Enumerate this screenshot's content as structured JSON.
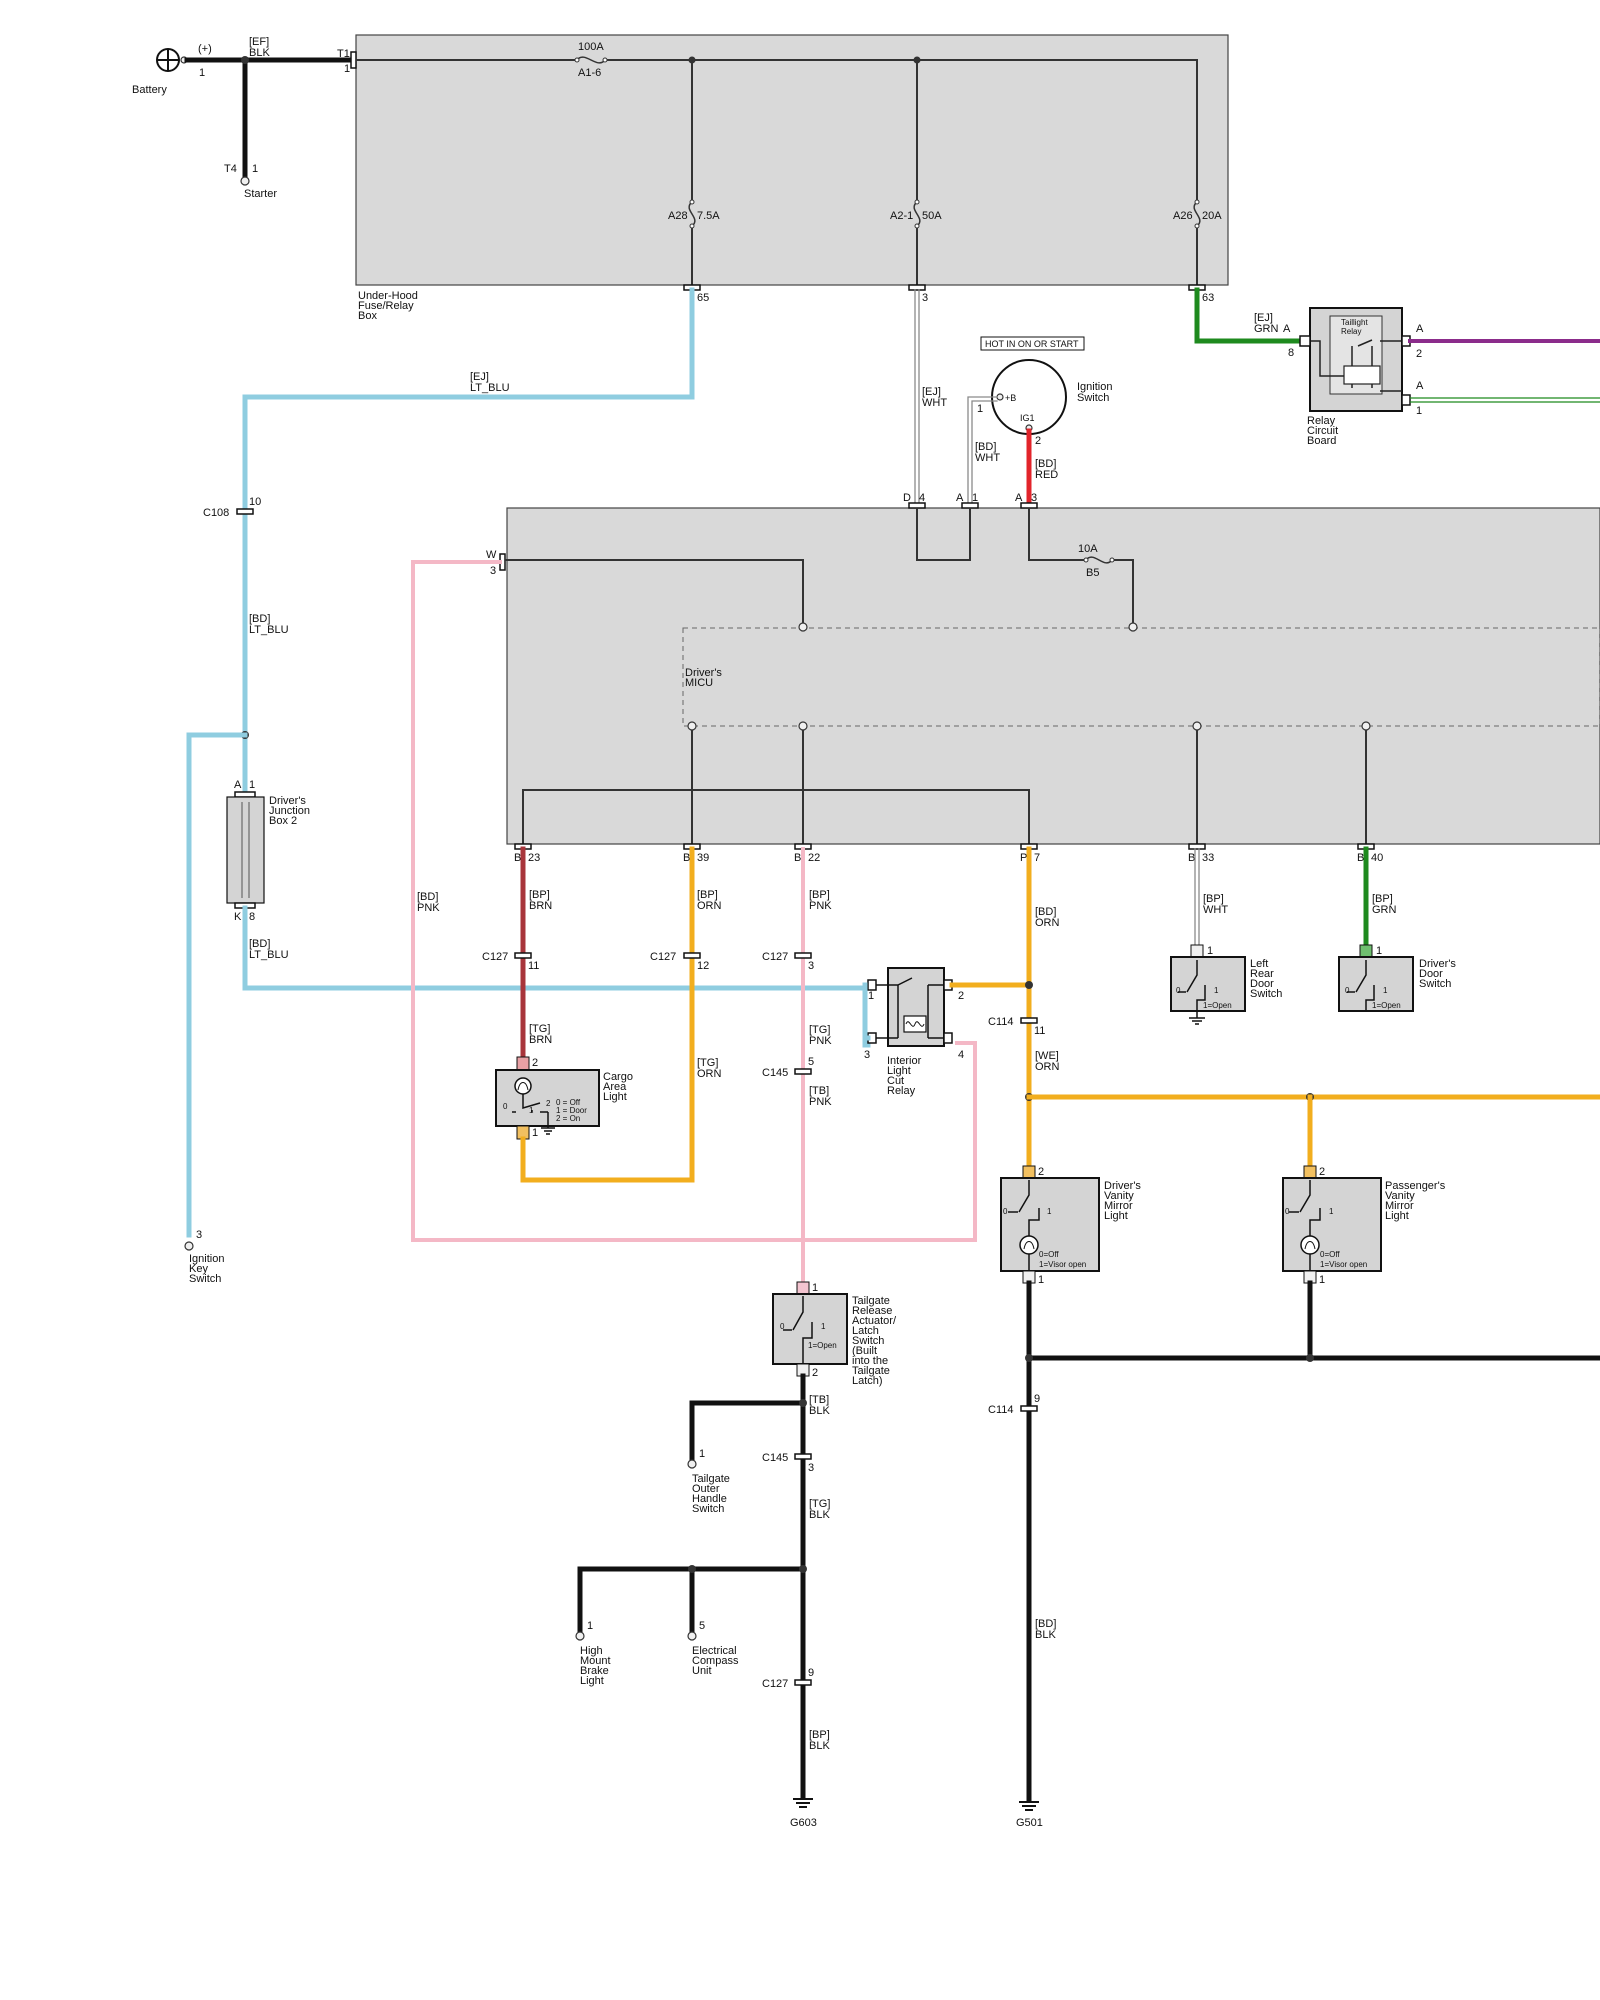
{
  "battery": {
    "label": "Battery",
    "pos": "(+)",
    "pin": "1",
    "wire": "[EF]",
    "color": "BLK",
    "term": "T1",
    "term_pin": "1"
  },
  "starter": {
    "label": "Starter",
    "conn": "T4",
    "pin": "1"
  },
  "underhood": {
    "label": [
      "Under-Hood",
      "Fuse/Relay",
      "Box"
    ],
    "fuse_main": {
      "rating": "100A",
      "id": "A1-6"
    },
    "fuse_a28": {
      "id": "A28",
      "rating": "7.5A",
      "pin": "65"
    },
    "fuse_a21": {
      "id": "A2-1",
      "rating": "50A",
      "pin": "3"
    },
    "fuse_a26": {
      "id": "A26",
      "rating": "20A",
      "pin": "63"
    }
  },
  "wire_ej_ltblu": {
    "code": "[EJ]",
    "color": "LT_BLU"
  },
  "wire_ej_wht": {
    "code": "[EJ]",
    "color": "WHT"
  },
  "wire_bd_wht": {
    "code": "[BD]",
    "color": "WHT"
  },
  "wire_bd_red": {
    "code": "[BD]",
    "color": "RED"
  },
  "wire_ej_grn": {
    "code": "[EJ]",
    "color": "GRN",
    "pin_a": "A",
    "pin_8": "8"
  },
  "ignition": {
    "badge": "HOT IN ON OR START",
    "label": [
      "Ignition",
      "Switch"
    ],
    "pin_b": "+B",
    "pin_ig1": "IG1",
    "pin1": "1",
    "pin2": "2"
  },
  "relay_board": {
    "title": [
      "Taillight",
      "Relay"
    ],
    "label": [
      "Relay",
      "Circuit",
      "Board"
    ],
    "pin_a1": "A",
    "pin_2": "2",
    "pin_a2": "A",
    "pin_1": "1"
  },
  "c108": {
    "label": "C108",
    "pin": "10"
  },
  "wire_bd_ltblu1": {
    "code": "[BD]",
    "color": "LT_BLU"
  },
  "jbox": {
    "label": [
      "Driver's",
      "Junction",
      "Box 2"
    ],
    "top_a": "A",
    "top_pin": "1",
    "bot_k": "K",
    "bot_pin": "8"
  },
  "wire_bd_ltblu2": {
    "code": "[BD]",
    "color": "LT_BLU"
  },
  "ignition_key": {
    "pin": "3",
    "label": [
      "Ignition",
      "Key",
      "Switch"
    ]
  },
  "micu": {
    "label": [
      "Driver's",
      "MICU"
    ],
    "top_d": "D",
    "top_d_pin": "4",
    "top_a1": "A",
    "top_a1_pin": "1",
    "top_a3": "A",
    "top_a3_pin": "3",
    "w_conn": "W",
    "w_pin": "3",
    "fuse": {
      "rating": "10A",
      "id": "B5"
    },
    "b23": {
      "conn": "B",
      "pin": "23"
    },
    "b39": {
      "conn": "B",
      "pin": "39"
    },
    "b22": {
      "conn": "B",
      "pin": "22"
    },
    "p7": {
      "conn": "P",
      "pin": "7"
    },
    "b33": {
      "conn": "B",
      "pin": "33"
    },
    "b40": {
      "conn": "B",
      "pin": "40"
    }
  },
  "wire_bd_pnk": {
    "code": "[BD]",
    "color": "PNK"
  },
  "wire_bp_brn": {
    "code": "[BP]",
    "color": "BRN"
  },
  "wire_bp_orn": {
    "code": "[BP]",
    "color": "ORN"
  },
  "wire_bp_pnk": {
    "code": "[BP]",
    "color": "PNK"
  },
  "wire_bd_orn": {
    "code": "[BD]",
    "color": "ORN"
  },
  "wire_bp_wht": {
    "code": "[BP]",
    "color": "WHT"
  },
  "wire_bp_grn": {
    "code": "[BP]",
    "color": "GRN"
  },
  "c127a": {
    "label": "C127",
    "pin": "11"
  },
  "c127b": {
    "label": "C127",
    "pin": "12"
  },
  "c127c": {
    "label": "C127",
    "pin": "3"
  },
  "wire_tg_brn": {
    "code": "[TG]",
    "color": "BRN"
  },
  "wire_tg_orn": {
    "code": "[TG]",
    "color": "ORN"
  },
  "wire_tg_pnk": {
    "code": "[TG]",
    "color": "PNK"
  },
  "wire_tb_pnk": {
    "code": "[TB]",
    "color": "PNK"
  },
  "c145a": {
    "label": "C145",
    "pin": "5"
  },
  "cargo": {
    "label": [
      "Cargo",
      "Area",
      "Light"
    ],
    "pin_top": "2",
    "pin_bot": "1",
    "legend": [
      "0 = Off",
      "1 = Door",
      "2 = On"
    ],
    "pos0": "0",
    "pos1": "1",
    "pos2": "2"
  },
  "cut_relay": {
    "label": [
      "Interior",
      "Light",
      "Cut",
      "Relay"
    ],
    "pin1": "1",
    "pin2": "2",
    "pin3": "3",
    "pin4": "4"
  },
  "c114a": {
    "label": "C114",
    "pin": "11"
  },
  "wire_we_orn": {
    "code": "[WE]",
    "color": "ORN"
  },
  "left_rear": {
    "label": [
      "Left",
      "Rear",
      "Door",
      "Switch"
    ],
    "pin": "1",
    "pos0": "0",
    "pos1": "1",
    "legend": "1=Open"
  },
  "driver_door": {
    "label": [
      "Driver's",
      "Door",
      "Switch"
    ],
    "pin": "1",
    "pos0": "0",
    "pos1": "1",
    "legend": "1=Open"
  },
  "drv_vanity": {
    "label": [
      "Driver's",
      "Vanity",
      "Mirror",
      "Light"
    ],
    "pin_top": "2",
    "pin_bot": "1",
    "pos0": "0",
    "pos1": "1",
    "legend": [
      "0=Off",
      "1=Visor open"
    ]
  },
  "pass_vanity": {
    "label": [
      "Passenger's",
      "Vanity",
      "Mirror",
      "Light"
    ],
    "pin_top": "2",
    "pin_bot": "1",
    "pos0": "0",
    "pos1": "1",
    "legend": [
      "0=Off",
      "1=Visor open"
    ]
  },
  "tailgate": {
    "label": [
      "Tailgate",
      "Release",
      "Actuator/",
      "Latch",
      "Switch",
      "(Built",
      "into the",
      "Tailgate",
      "Latch)"
    ],
    "pin_top": "1",
    "pin_bot": "2",
    "pos0": "0",
    "pos1": "1",
    "legend": "1=Open"
  },
  "wire_tb_blk": {
    "code": "[TB]",
    "color": "BLK"
  },
  "outer_handle": {
    "pin": "1",
    "label": [
      "Tailgate",
      "Outer",
      "Handle",
      "Switch"
    ]
  },
  "c145b": {
    "label": "C145",
    "pin": "3"
  },
  "wire_tg_blk": {
    "code": "[TG]",
    "color": "BLK"
  },
  "hmsl": {
    "pin": "1",
    "label": [
      "High",
      "Mount",
      "Brake",
      "Light"
    ]
  },
  "compass": {
    "pin": "5",
    "label": [
      "Electrical",
      "Compass",
      "Unit"
    ]
  },
  "c127d": {
    "label": "C127",
    "pin": "9"
  },
  "wire_bp_blk": {
    "code": "[BP]",
    "color": "BLK"
  },
  "g603": {
    "label": "G603"
  },
  "c114b": {
    "label": "C114",
    "pin": "9"
  },
  "wire_bd_blk": {
    "code": "[BD]",
    "color": "BLK"
  },
  "g501": {
    "label": "G501"
  },
  "colors": {
    "blk": "#111111",
    "lt_blu": "#8fcde0",
    "pnk": "#f4b8c6",
    "orn": "#f2ae1e",
    "brn": "#a8353b",
    "grn": "#1e8a1e",
    "red": "#e2242b",
    "purple": "#8b2c8b",
    "box_fill": "#d9d9d9"
  }
}
